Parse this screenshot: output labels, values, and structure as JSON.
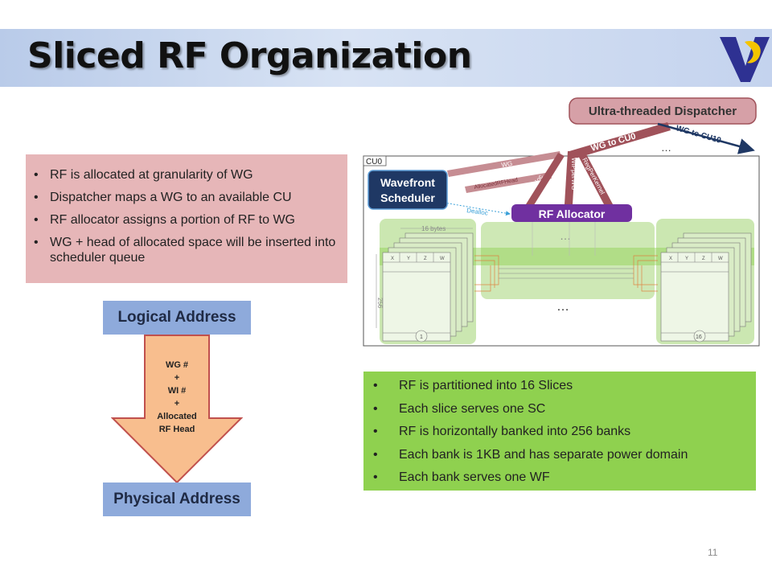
{
  "slide": {
    "title": "Sliced RF Organization",
    "page_number": "11"
  },
  "left_box": {
    "bullets": [
      "RF is allocated at granularity of WG",
      "Dispatcher maps a WG to an available CU",
      "RF allocator assigns a portion of RF to WG",
      "WG + head of allocated space will be inserted  into scheduler queue"
    ]
  },
  "right_box": {
    "bullets": [
      "RF is partitioned into 16 Slices",
      "Each slice serves one SC",
      "RF is horizontally banked into 256 banks",
      "Each bank is 1KB and has separate power domain",
      "Each bank serves one WF"
    ]
  },
  "address": {
    "logical": "Logical Address",
    "physical": "Physical Address",
    "arrow_lines": [
      "WG #",
      "+",
      "WI #",
      "+",
      "Allocated",
      "RF Head"
    ]
  },
  "diagram": {
    "dispatcher": "Ultra-threaded Dispatcher",
    "wg_to_cu0": "WG to CU0",
    "wg_to_cu19": "WG to CU19",
    "ellipsis": "…",
    "cu_label": "CU0",
    "wavefront_scheduler": [
      "Wavefront",
      "Scheduler"
    ],
    "rf_allocator": "RF Allocator",
    "signals": {
      "wg": "WG",
      "allocated_rf_head": "AllocatedRFHead",
      "dealloc": "Dealloc",
      "alloc": "Alloc",
      "wipperwg": "WIPperWG",
      "regperkernel": "RegPerKernel"
    },
    "bytes_label": "16 bytes",
    "rows_label": "256",
    "xyzw": [
      "X",
      "Y",
      "Z",
      "W"
    ],
    "slice_first": "1",
    "slice_last": "16"
  },
  "colors": {
    "pink_box": "#e6b6b8",
    "green_box": "#8fd14f",
    "address_blue": "#8eaadb",
    "arrow_fill": "#f8be8e",
    "arrow_stroke": "#c0504d",
    "scheduler_navy": "#1f3864",
    "allocator_purple": "#7030a0",
    "dispatcher_pink": "#d6a0a7",
    "signal_maroon": "#a0525a"
  }
}
